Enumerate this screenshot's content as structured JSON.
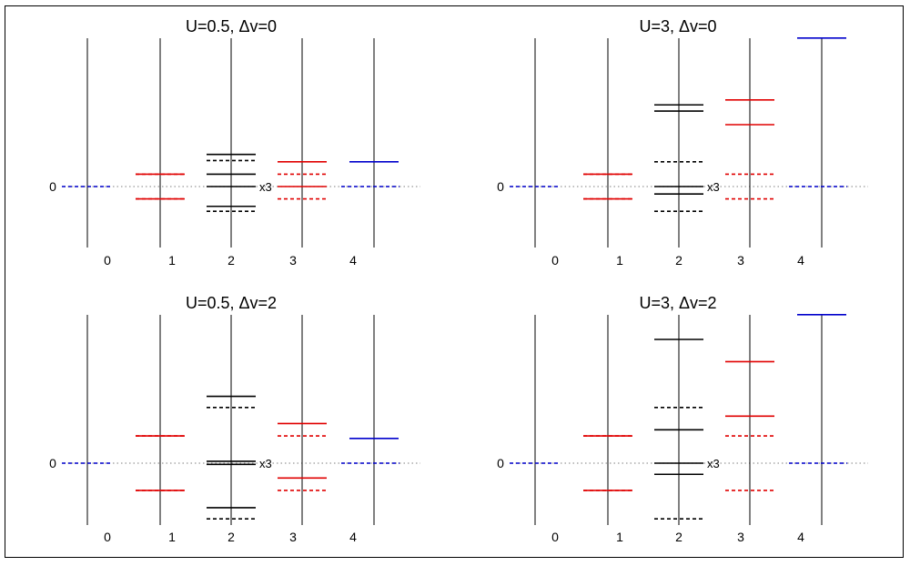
{
  "panels": [
    {
      "title": "U=0.5, Δv=0",
      "zero_label": "0",
      "column_labels": [
        "0",
        "1",
        "2",
        "3",
        "4"
      ],
      "degeneracy_note": "x3",
      "levels": {
        "0": [
          {
            "e": 0,
            "style": "dashed"
          }
        ],
        "1": [
          {
            "e": 1,
            "style": "solid"
          },
          {
            "e": 1,
            "style": "dashed"
          },
          {
            "e": -1,
            "style": "solid"
          },
          {
            "e": -1,
            "style": "dashed"
          }
        ],
        "2": [
          {
            "e": 2.6,
            "style": "solid"
          },
          {
            "e": 2.1,
            "style": "dashed"
          },
          {
            "e": 1.0,
            "style": "solid"
          },
          {
            "e": 0.0,
            "style": "solid"
          },
          {
            "e": -1.6,
            "style": "solid"
          },
          {
            "e": -2.0,
            "style": "dashed"
          }
        ],
        "3": [
          {
            "e": 2.0,
            "style": "solid"
          },
          {
            "e": 1.0,
            "style": "dashed"
          },
          {
            "e": 0.0,
            "style": "solid"
          },
          {
            "e": -1.0,
            "style": "dashed"
          }
        ],
        "4": [
          {
            "e": 2.0,
            "style": "solid"
          },
          {
            "e": 0,
            "style": "dashed"
          }
        ]
      }
    },
    {
      "title": "U=3, Δv=0",
      "zero_label": "0",
      "column_labels": [
        "0",
        "1",
        "2",
        "3",
        "4"
      ],
      "degeneracy_note": "x3",
      "levels": {
        "0": [
          {
            "e": 0,
            "style": "dashed"
          }
        ],
        "1": [
          {
            "e": 1,
            "style": "solid"
          },
          {
            "e": 1,
            "style": "dashed"
          },
          {
            "e": -1,
            "style": "solid"
          },
          {
            "e": -1,
            "style": "dashed"
          }
        ],
        "2": [
          {
            "e": 6.6,
            "style": "solid"
          },
          {
            "e": 6.1,
            "style": "solid"
          },
          {
            "e": 2.0,
            "style": "dashed"
          },
          {
            "e": 0.0,
            "style": "solid"
          },
          {
            "e": -0.6,
            "style": "solid"
          },
          {
            "e": -2.0,
            "style": "dashed"
          }
        ],
        "3": [
          {
            "e": 7.0,
            "style": "solid"
          },
          {
            "e": 5.0,
            "style": "solid"
          },
          {
            "e": 1.0,
            "style": "dashed"
          },
          {
            "e": -1.0,
            "style": "dashed"
          }
        ],
        "4": [
          {
            "e": 12.0,
            "style": "solid"
          },
          {
            "e": 0,
            "style": "dashed"
          }
        ]
      }
    },
    {
      "title": "U=0.5, Δv=2",
      "zero_label": "0",
      "column_labels": [
        "0",
        "1",
        "2",
        "3",
        "4"
      ],
      "degeneracy_note": "x3",
      "levels": {
        "0": [
          {
            "e": 0,
            "style": "dashed"
          }
        ],
        "1": [
          {
            "e": 2.2,
            "style": "solid"
          },
          {
            "e": 2.2,
            "style": "dashed"
          },
          {
            "e": -2.2,
            "style": "solid"
          },
          {
            "e": -2.2,
            "style": "dashed"
          }
        ],
        "2": [
          {
            "e": 5.4,
            "style": "solid"
          },
          {
            "e": 4.5,
            "style": "dashed"
          },
          {
            "e": 0.15,
            "style": "solid"
          },
          {
            "e": -0.1,
            "style": "solid"
          },
          {
            "e": -3.6,
            "style": "solid"
          },
          {
            "e": -4.5,
            "style": "dashed"
          }
        ],
        "3": [
          {
            "e": 3.2,
            "style": "solid"
          },
          {
            "e": 2.2,
            "style": "dashed"
          },
          {
            "e": -1.2,
            "style": "solid"
          },
          {
            "e": -2.2,
            "style": "dashed"
          }
        ],
        "4": [
          {
            "e": 2.0,
            "style": "solid"
          },
          {
            "e": 0,
            "style": "dashed"
          }
        ]
      }
    },
    {
      "title": "U=3, Δv=2",
      "zero_label": "0",
      "column_labels": [
        "0",
        "1",
        "2",
        "3",
        "4"
      ],
      "degeneracy_note": "x3",
      "levels": {
        "0": [
          {
            "e": 0,
            "style": "dashed"
          }
        ],
        "1": [
          {
            "e": 2.2,
            "style": "solid"
          },
          {
            "e": 2.2,
            "style": "dashed"
          },
          {
            "e": -2.2,
            "style": "solid"
          },
          {
            "e": -2.2,
            "style": "dashed"
          }
        ],
        "2": [
          {
            "e": 10.0,
            "style": "solid"
          },
          {
            "e": 4.5,
            "style": "dashed"
          },
          {
            "e": 2.7,
            "style": "solid"
          },
          {
            "e": 0.0,
            "style": "solid"
          },
          {
            "e": -0.9,
            "style": "solid"
          },
          {
            "e": -4.5,
            "style": "dashed"
          }
        ],
        "3": [
          {
            "e": 8.2,
            "style": "solid"
          },
          {
            "e": 3.8,
            "style": "solid"
          },
          {
            "e": 2.2,
            "style": "dashed"
          },
          {
            "e": -2.2,
            "style": "dashed"
          }
        ],
        "4": [
          {
            "e": 12.0,
            "style": "solid"
          },
          {
            "e": 0,
            "style": "dashed"
          }
        ]
      }
    }
  ],
  "colors": {
    "col0": "#0000cc",
    "col1": "#e00000",
    "col2": "#000000",
    "col3": "#e00000",
    "col4": "#0000cc",
    "axis": "#000000",
    "zero_line": "#999999"
  }
}
